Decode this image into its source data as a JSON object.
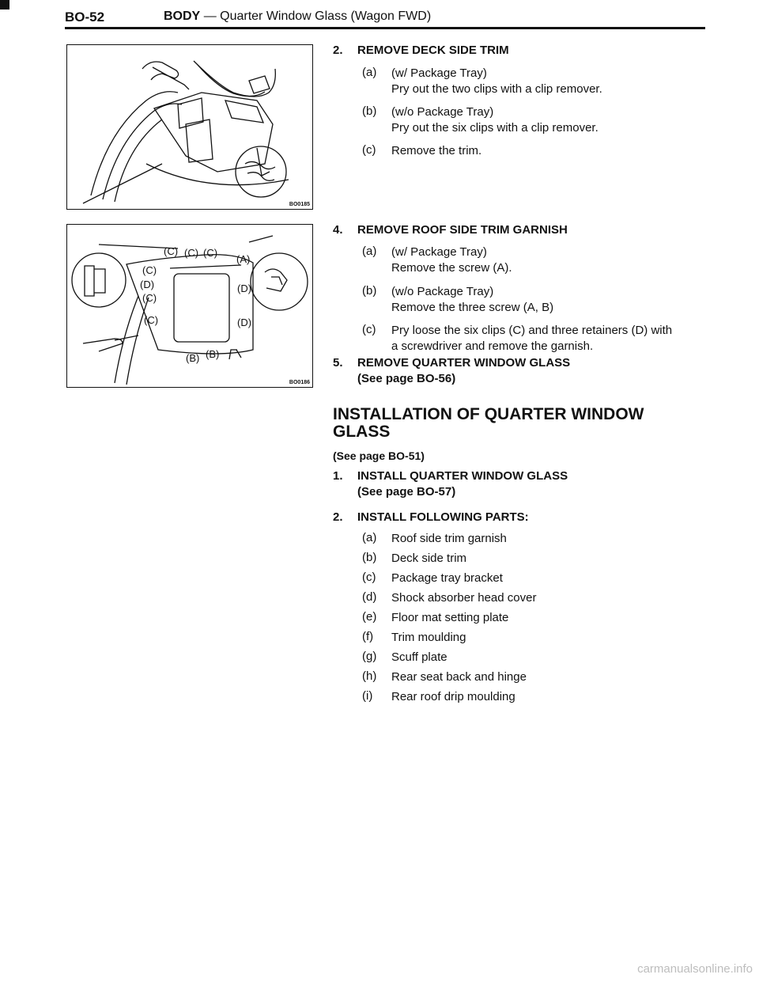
{
  "header": {
    "page_number": "BO-52",
    "section": "BODY",
    "title": "— Quarter Window Glass (Wagon FWD)"
  },
  "figures": [
    {
      "code": "BO0185",
      "labels": []
    },
    {
      "code": "BO0186",
      "labels": [
        "(C)",
        "(C)",
        "(C)",
        "(A)",
        "(C)",
        "(D)",
        "(C)",
        "(C)",
        "(D)",
        "(D)",
        "(B)",
        "(B)"
      ]
    }
  ],
  "removal_steps": [
    {
      "number": "2.",
      "title": "REMOVE DECK SIDE TRIM",
      "items": [
        {
          "label": "(a)",
          "lines": [
            "(w/ Package Tray)",
            "Pry out the two clips with a clip remover."
          ]
        },
        {
          "label": "(b)",
          "lines": [
            "(w/o Package Tray)",
            "Pry out the six clips with a clip remover."
          ]
        },
        {
          "label": "(c)",
          "lines": [
            "Remove the trim."
          ]
        }
      ]
    },
    {
      "number": "4.",
      "title": "REMOVE ROOF SIDE TRIM GARNISH",
      "items": [
        {
          "label": "(a)",
          "lines": [
            "(w/ Package Tray)",
            "Remove the screw (A)."
          ]
        },
        {
          "label": "(b)",
          "lines": [
            "(w/o Package Tray)",
            "Remove the three screw (A, B)"
          ]
        },
        {
          "label": "(c)",
          "lines": [
            "Pry loose the six clips (C) and three retainers (D) with",
            "a screwdriver and remove the garnish."
          ]
        }
      ]
    },
    {
      "number": "5.",
      "title": "REMOVE QUARTER WINDOW GLASS",
      "subtitle": "(See page BO-56)"
    }
  ],
  "installation": {
    "heading_line1": "INSTALLATION OF QUARTER WINDOW",
    "heading_line2": "GLASS",
    "reference": "(See page BO-51)",
    "steps": [
      {
        "number": "1.",
        "title": "INSTALL QUARTER WINDOW GLASS",
        "subtitle": "(See page BO-57)"
      },
      {
        "number": "2.",
        "title": "INSTALL FOLLOWING PARTS:",
        "items": [
          {
            "label": "(a)",
            "text": "Roof side trim garnish"
          },
          {
            "label": "(b)",
            "text": "Deck side trim"
          },
          {
            "label": "(c)",
            "text": "Package tray bracket"
          },
          {
            "label": "(d)",
            "text": "Shock absorber head cover"
          },
          {
            "label": "(e)",
            "text": "Floor mat setting plate"
          },
          {
            "label": "(f)",
            "text": "Trim moulding"
          },
          {
            "label": "(g)",
            "text": "Scuff plate"
          },
          {
            "label": "(h)",
            "text": "Rear seat back and hinge"
          },
          {
            "label": "(i)",
            "text": "Rear roof drip moulding"
          }
        ]
      }
    ]
  },
  "watermark": "carmanualsonline.info"
}
